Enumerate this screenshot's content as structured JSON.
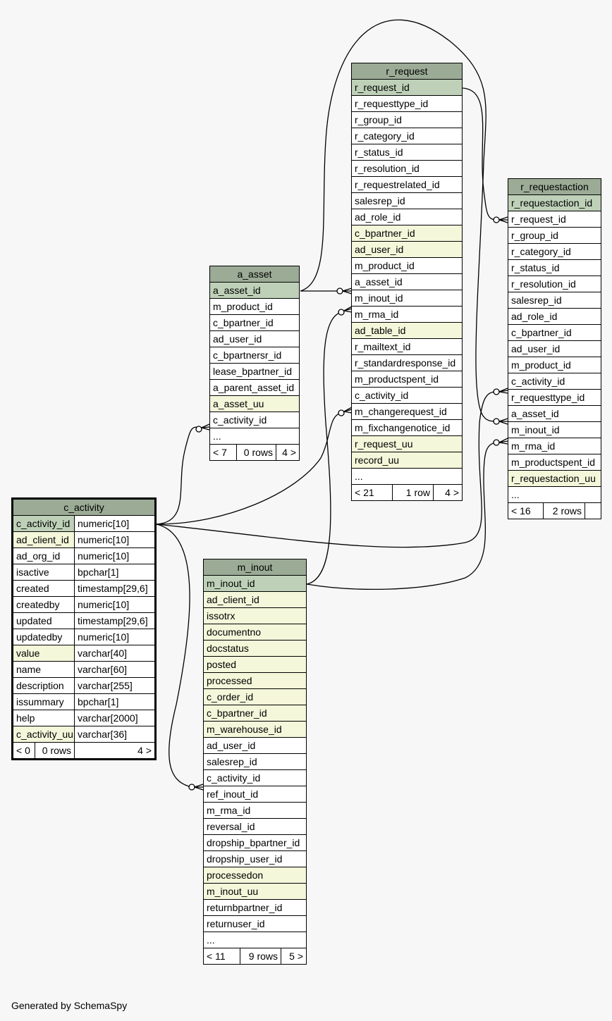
{
  "tables": {
    "r_request": {
      "name": "r_request",
      "columns": [
        {
          "name": "r_request_id",
          "kind": "pk"
        },
        {
          "name": "r_requesttype_id",
          "kind": ""
        },
        {
          "name": "r_group_id",
          "kind": ""
        },
        {
          "name": "r_category_id",
          "kind": ""
        },
        {
          "name": "r_status_id",
          "kind": ""
        },
        {
          "name": "r_resolution_id",
          "kind": ""
        },
        {
          "name": "r_requestrelated_id",
          "kind": ""
        },
        {
          "name": "salesrep_id",
          "kind": ""
        },
        {
          "name": "ad_role_id",
          "kind": ""
        },
        {
          "name": "c_bpartner_id",
          "kind": "idx"
        },
        {
          "name": "ad_user_id",
          "kind": "idx"
        },
        {
          "name": "m_product_id",
          "kind": ""
        },
        {
          "name": "a_asset_id",
          "kind": ""
        },
        {
          "name": "m_inout_id",
          "kind": ""
        },
        {
          "name": "m_rma_id",
          "kind": ""
        },
        {
          "name": "ad_table_id",
          "kind": "idx"
        },
        {
          "name": "r_mailtext_id",
          "kind": ""
        },
        {
          "name": "r_standardresponse_id",
          "kind": ""
        },
        {
          "name": "m_productspent_id",
          "kind": ""
        },
        {
          "name": "c_activity_id",
          "kind": ""
        },
        {
          "name": "m_changerequest_id",
          "kind": ""
        },
        {
          "name": "m_fixchangenotice_id",
          "kind": ""
        },
        {
          "name": "r_request_uu",
          "kind": "idx"
        },
        {
          "name": "record_uu",
          "kind": "idx"
        }
      ],
      "ellipsis": "...",
      "footer": {
        "parents": "< 21",
        "rows": "1 row",
        "children": "4 >"
      }
    },
    "r_requestaction": {
      "name": "r_requestaction",
      "columns": [
        {
          "name": "r_requestaction_id",
          "kind": "pk"
        },
        {
          "name": "r_request_id",
          "kind": ""
        },
        {
          "name": "r_group_id",
          "kind": ""
        },
        {
          "name": "r_category_id",
          "kind": ""
        },
        {
          "name": "r_status_id",
          "kind": ""
        },
        {
          "name": "r_resolution_id",
          "kind": ""
        },
        {
          "name": "salesrep_id",
          "kind": ""
        },
        {
          "name": "ad_role_id",
          "kind": ""
        },
        {
          "name": "c_bpartner_id",
          "kind": ""
        },
        {
          "name": "ad_user_id",
          "kind": ""
        },
        {
          "name": "m_product_id",
          "kind": ""
        },
        {
          "name": "c_activity_id",
          "kind": ""
        },
        {
          "name": "r_requesttype_id",
          "kind": ""
        },
        {
          "name": "a_asset_id",
          "kind": ""
        },
        {
          "name": "m_inout_id",
          "kind": ""
        },
        {
          "name": "m_rma_id",
          "kind": ""
        },
        {
          "name": "m_productspent_id",
          "kind": ""
        },
        {
          "name": "r_requestaction_uu",
          "kind": "idx"
        }
      ],
      "ellipsis": "...",
      "footer": {
        "parents": "< 16",
        "rows": "2 rows",
        "children": ""
      }
    },
    "a_asset": {
      "name": "a_asset",
      "columns": [
        {
          "name": "a_asset_id",
          "kind": "pk"
        },
        {
          "name": "m_product_id",
          "kind": ""
        },
        {
          "name": "c_bpartner_id",
          "kind": ""
        },
        {
          "name": "ad_user_id",
          "kind": ""
        },
        {
          "name": "c_bpartnersr_id",
          "kind": ""
        },
        {
          "name": "lease_bpartner_id",
          "kind": ""
        },
        {
          "name": "a_parent_asset_id",
          "kind": ""
        },
        {
          "name": "a_asset_uu",
          "kind": "idx"
        },
        {
          "name": "c_activity_id",
          "kind": ""
        }
      ],
      "ellipsis": "...",
      "footer": {
        "parents": "< 7",
        "rows": "0 rows",
        "children": "4 >"
      }
    },
    "c_activity": {
      "name": "c_activity",
      "columns": [
        {
          "name": "c_activity_id",
          "type": "numeric[10]",
          "kind": "pk"
        },
        {
          "name": "ad_client_id",
          "type": "numeric[10]",
          "kind": "idx"
        },
        {
          "name": "ad_org_id",
          "type": "numeric[10]",
          "kind": ""
        },
        {
          "name": "isactive",
          "type": "bpchar[1]",
          "kind": ""
        },
        {
          "name": "created",
          "type": "timestamp[29,6]",
          "kind": ""
        },
        {
          "name": "createdby",
          "type": "numeric[10]",
          "kind": ""
        },
        {
          "name": "updated",
          "type": "timestamp[29,6]",
          "kind": ""
        },
        {
          "name": "updatedby",
          "type": "numeric[10]",
          "kind": ""
        },
        {
          "name": "value",
          "type": "varchar[40]",
          "kind": "idx"
        },
        {
          "name": "name",
          "type": "varchar[60]",
          "kind": ""
        },
        {
          "name": "description",
          "type": "varchar[255]",
          "kind": ""
        },
        {
          "name": "issummary",
          "type": "bpchar[1]",
          "kind": ""
        },
        {
          "name": "help",
          "type": "varchar[2000]",
          "kind": ""
        },
        {
          "name": "c_activity_uu",
          "type": "varchar[36]",
          "kind": "idx"
        }
      ],
      "footer": {
        "parents": "< 0",
        "rows": "0 rows",
        "children": "4 >"
      }
    },
    "m_inout": {
      "name": "m_inout",
      "columns": [
        {
          "name": "m_inout_id",
          "kind": "pk"
        },
        {
          "name": "ad_client_id",
          "kind": "idx"
        },
        {
          "name": "issotrx",
          "kind": "idx"
        },
        {
          "name": "documentno",
          "kind": "idx"
        },
        {
          "name": "docstatus",
          "kind": "idx"
        },
        {
          "name": "posted",
          "kind": "idx"
        },
        {
          "name": "processed",
          "kind": "idx"
        },
        {
          "name": "c_order_id",
          "kind": "idx"
        },
        {
          "name": "c_bpartner_id",
          "kind": "idx"
        },
        {
          "name": "m_warehouse_id",
          "kind": "idx"
        },
        {
          "name": "ad_user_id",
          "kind": ""
        },
        {
          "name": "salesrep_id",
          "kind": ""
        },
        {
          "name": "c_activity_id",
          "kind": ""
        },
        {
          "name": "ref_inout_id",
          "kind": ""
        },
        {
          "name": "m_rma_id",
          "kind": ""
        },
        {
          "name": "reversal_id",
          "kind": ""
        },
        {
          "name": "dropship_bpartner_id",
          "kind": ""
        },
        {
          "name": "dropship_user_id",
          "kind": ""
        },
        {
          "name": "processedon",
          "kind": "idx"
        },
        {
          "name": "m_inout_uu",
          "kind": "idx"
        },
        {
          "name": "returnbpartner_id",
          "kind": ""
        },
        {
          "name": "returnuser_id",
          "kind": ""
        }
      ],
      "ellipsis": "...",
      "footer": {
        "parents": "< 11",
        "rows": "9 rows",
        "children": "5 >"
      }
    }
  },
  "footer_text": "Generated by SchemaSpy"
}
